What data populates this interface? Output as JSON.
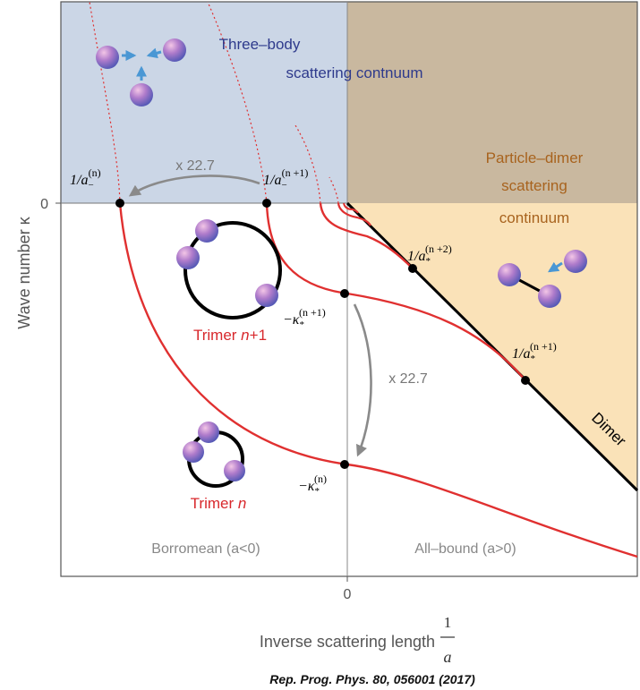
{
  "regions": {
    "three_body": {
      "line1": "Three–body",
      "line2": "scattering contnuum"
    },
    "particle_dimer": {
      "line1": "Particle–dimer",
      "line2": "scattering",
      "line3": "continuum"
    },
    "borromean": "Borromean (a<0)",
    "all_bound": "All–bound (a>0)"
  },
  "axes": {
    "ylabel": "Wave number κ",
    "y_zero": "0",
    "x_zero": "0",
    "xlabel": "Inverse scattering length",
    "xlabel_frac_num": "1",
    "xlabel_frac_den": "a"
  },
  "labels": {
    "dimer": "Dimer",
    "trimer_n1_prefix": "Trimer ",
    "trimer_n1_var": "n",
    "trimer_n1_suffix": "+1",
    "trimer_n_prefix": "Trimer ",
    "trimer_n_var": "n",
    "scaling_top": "x 22.7",
    "scaling_mid": "x 22.7",
    "a_minus_n": {
      "base": "1/a",
      "sub": "−",
      "sup": "(n)"
    },
    "a_minus_n1": {
      "base": "1/a",
      "sub": "−",
      "sup": "(n +1)"
    },
    "a_star_n2": {
      "base": "1/a",
      "sub": "*",
      "sup": "(n +2)"
    },
    "a_star_n1": {
      "base": "1/a",
      "sub": "*",
      "sup": "(n +1)"
    },
    "kappa_n1": {
      "base": "−κ",
      "sub": "*",
      "sup": "(n +1)"
    },
    "kappa_n": {
      "base": "−κ",
      "sub": "*",
      "sup": "(n)"
    }
  },
  "caption": "Rep. Prog. Phys. 80, 056001 (2017)",
  "colors": {
    "three_body_bg": "#cbd6e6",
    "dimer_top_bg": "#c9b89f",
    "dimer_bg": "#fae2b8",
    "trimer_curve": "#e03030",
    "trimer_label": "#d8282c",
    "three_body_text": "#2e3a8c",
    "dimer_text": "#a8631e",
    "arrow_gray": "#8a8a8a",
    "particle_arrow": "#4a97d4"
  }
}
